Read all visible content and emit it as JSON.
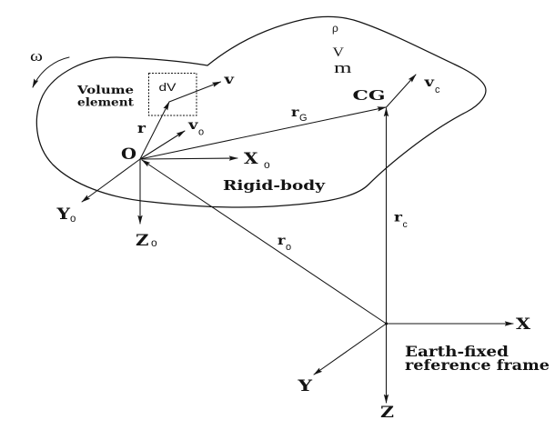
{
  "diagram": {
    "rigid_body": {
      "label": "Rigid-body",
      "density_symbol": "ρ",
      "volume_symbol": "V",
      "mass_symbol": "m",
      "angular_velocity_symbol": "ω"
    },
    "volume_element": {
      "label_lines": [
        "Volume",
        "element"
      ],
      "box_label": "dV",
      "position": {
        "symbol": "r"
      },
      "velocity": {
        "symbol": "v"
      }
    },
    "body_frame": {
      "origin_label": "O",
      "origin_velocity": {
        "symbol": "v",
        "subscript": "o"
      },
      "axes": {
        "x": {
          "symbol": "X",
          "subscript": "o"
        },
        "y": {
          "symbol": "Y",
          "subscript": "o"
        },
        "z": {
          "symbol": "Z",
          "subscript": "o"
        }
      }
    },
    "center_of_gravity": {
      "label": "CG",
      "offset_from_origin": {
        "symbol": "r",
        "subscript": "G"
      },
      "velocity": {
        "symbol": "v",
        "subscript": "c"
      }
    },
    "earth_frame": {
      "label_lines": [
        "Earth-fixed",
        "reference frame"
      ],
      "axes": {
        "x": "X",
        "y": "Y",
        "z": "Z"
      },
      "position_of_body_origin": {
        "symbol": "r",
        "subscript": "o"
      },
      "position_of_cg": {
        "symbol": "r",
        "subscript": "c"
      }
    }
  }
}
